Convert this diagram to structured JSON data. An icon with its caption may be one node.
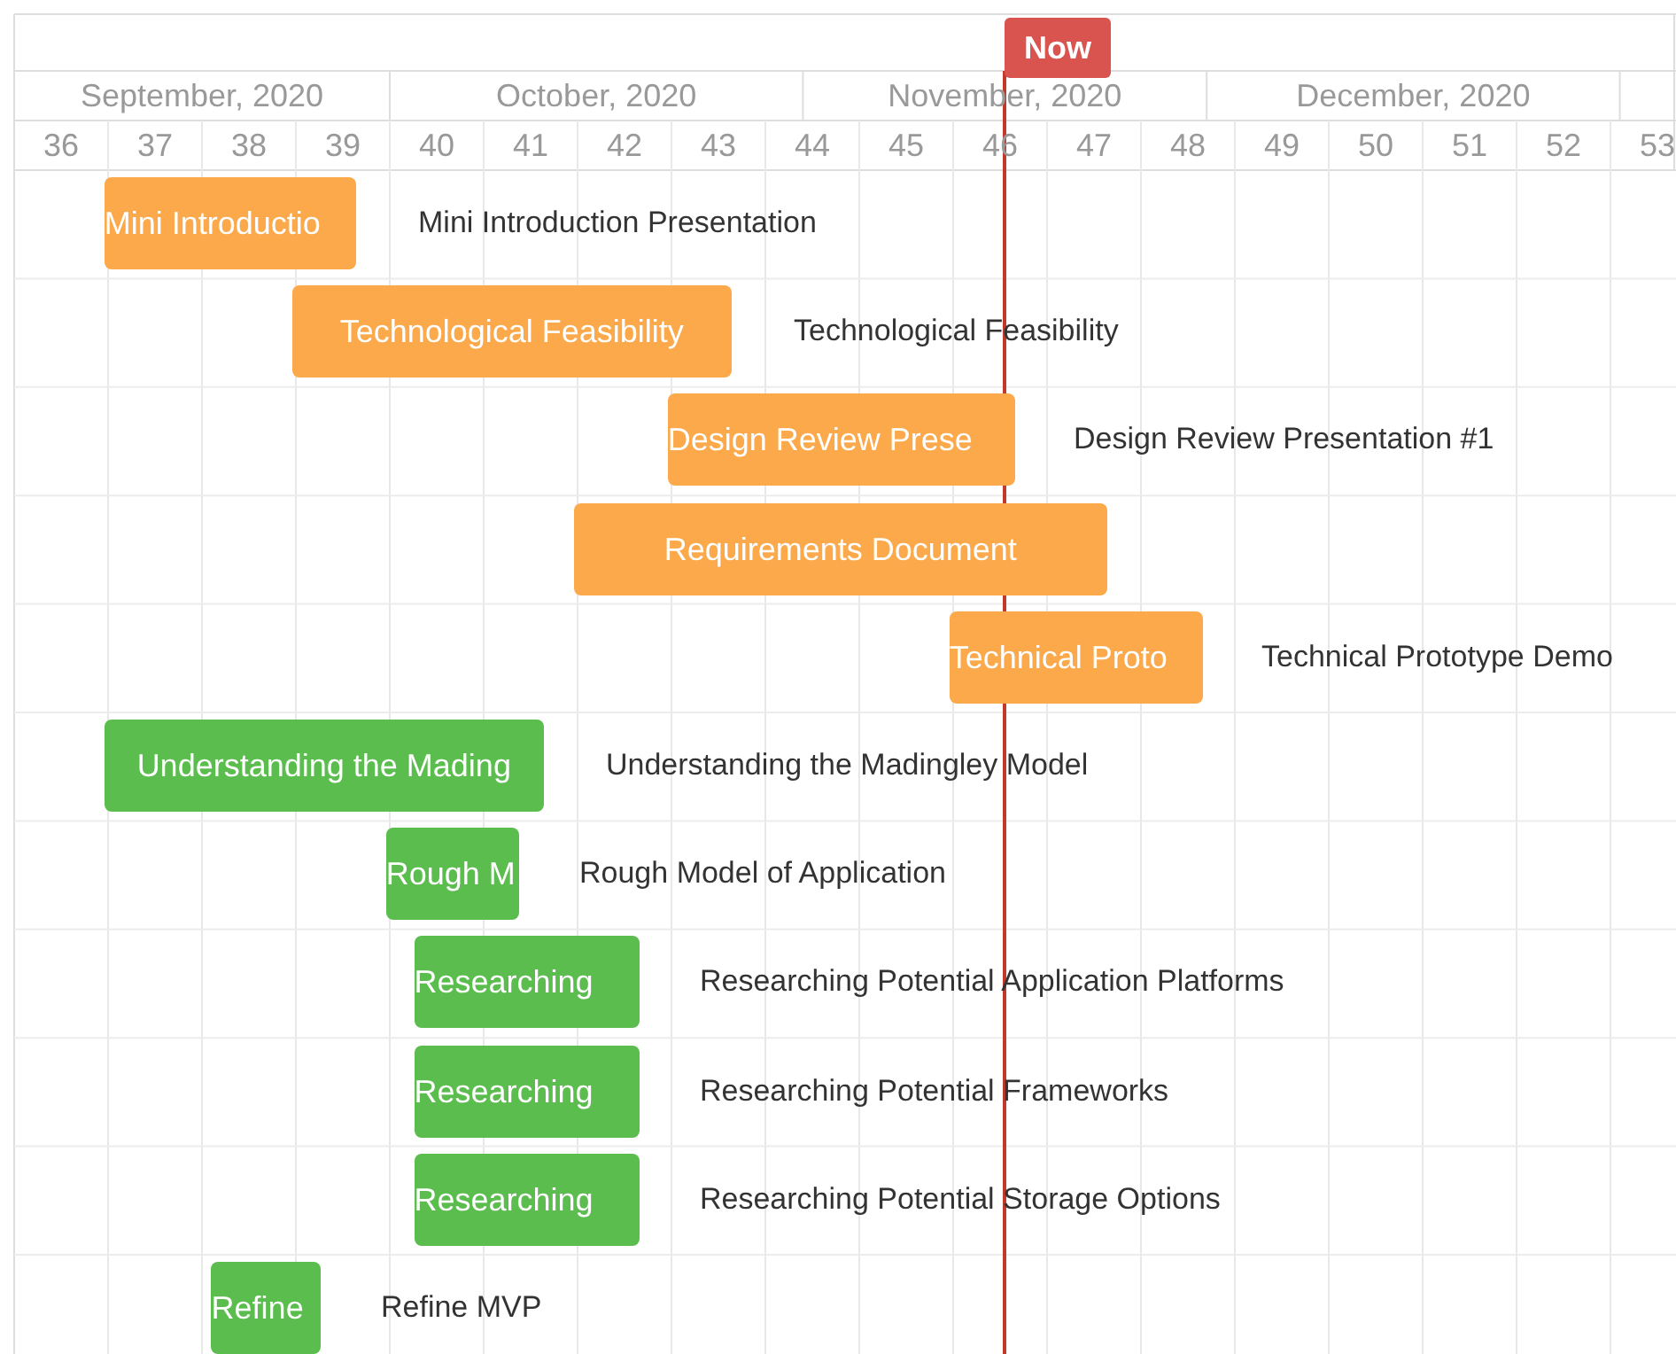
{
  "diagram": {
    "nodes": [
      {
        "text": [
          "Mini Introductio"
        ],
        "beside": [
          "Mini Introduction Presentation"
        ]
      },
      {
        "text": [
          "Technological Feasibility"
        ],
        "beside": [
          "Technological Feasibility"
        ]
      },
      {
        "text": [
          "Design Review Prese"
        ],
        "beside": [
          "Design Review Presentation #1"
        ]
      },
      {
        "text": [
          "Requirements Document"
        ]
      },
      {
        "text": [
          "Technical Proto"
        ],
        "beside": [
          "Technical Prototype Demo"
        ]
      },
      {
        "text": [
          "Understanding the Mading"
        ],
        "beside": [
          "Understanding the Madingley Model"
        ]
      },
      {
        "text": [
          "Rough M"
        ],
        "beside": [
          "Rough Model of Application"
        ]
      },
      {
        "text": [
          "Researching"
        ],
        "beside": [
          "Researching Potential Application Platforms"
        ]
      },
      {
        "text": [
          "Researching"
        ],
        "beside": [
          "Researching Potential Frameworks"
        ]
      },
      {
        "text": [
          "Researching"
        ],
        "beside": [
          "Researching Potential Storage Options"
        ]
      },
      {
        "text": [
          "Refine"
        ],
        "beside": [
          "Refine MVP"
        ]
      }
    ],
    "edges": [],
    "labels": [
      "Now",
      "September, 2020",
      "October, 2020",
      "November, 2020",
      "December, 2020",
      "36",
      "37",
      "38",
      "39",
      "40",
      "41",
      "42",
      "43",
      "44",
      "45",
      "46",
      "47",
      "48",
      "49",
      "50",
      "51",
      "52",
      "53"
    ]
  }
}
